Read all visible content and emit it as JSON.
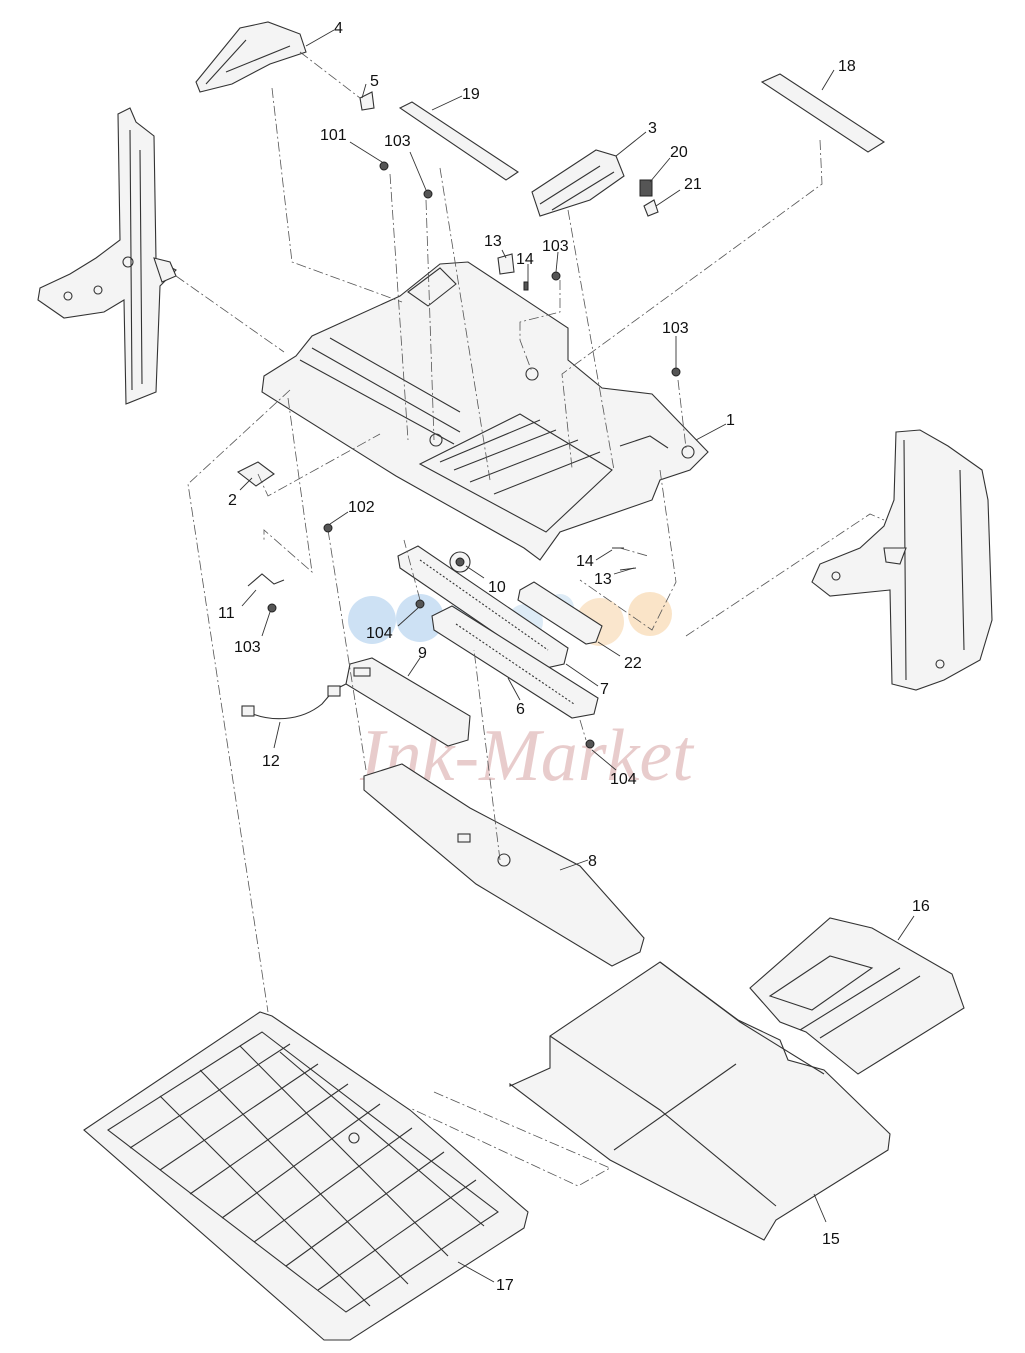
{
  "diagram": {
    "callouts": [
      {
        "id": "l1",
        "text": "1"
      },
      {
        "id": "l2",
        "text": "2"
      },
      {
        "id": "l3",
        "text": "3"
      },
      {
        "id": "l4",
        "text": "4"
      },
      {
        "id": "l5",
        "text": "5"
      },
      {
        "id": "l6",
        "text": "6"
      },
      {
        "id": "l7",
        "text": "7"
      },
      {
        "id": "l8",
        "text": "8"
      },
      {
        "id": "l9",
        "text": "9"
      },
      {
        "id": "l10",
        "text": "10"
      },
      {
        "id": "l11",
        "text": "11"
      },
      {
        "id": "l12",
        "text": "12"
      },
      {
        "id": "l13a",
        "text": "13"
      },
      {
        "id": "l13b",
        "text": "13"
      },
      {
        "id": "l14a",
        "text": "14"
      },
      {
        "id": "l14b",
        "text": "14"
      },
      {
        "id": "l15",
        "text": "15"
      },
      {
        "id": "l16",
        "text": "16"
      },
      {
        "id": "l17",
        "text": "17"
      },
      {
        "id": "l18",
        "text": "18"
      },
      {
        "id": "l19",
        "text": "19"
      },
      {
        "id": "l20",
        "text": "20"
      },
      {
        "id": "l21",
        "text": "21"
      },
      {
        "id": "l22",
        "text": "22"
      },
      {
        "id": "l101",
        "text": "101"
      },
      {
        "id": "l102",
        "text": "102"
      },
      {
        "id": "l103a",
        "text": "103"
      },
      {
        "id": "l103b",
        "text": "103"
      },
      {
        "id": "l103c",
        "text": "103"
      },
      {
        "id": "l103d",
        "text": "103"
      },
      {
        "id": "l104a",
        "text": "104"
      },
      {
        "id": "l104b",
        "text": "104"
      }
    ],
    "watermark": "Ink-Market",
    "colors": {
      "line": "#333333",
      "watermark": "#d7a4a4",
      "logo_blue": "#b8d4f0",
      "logo_orange": "#f8d8b0"
    }
  }
}
